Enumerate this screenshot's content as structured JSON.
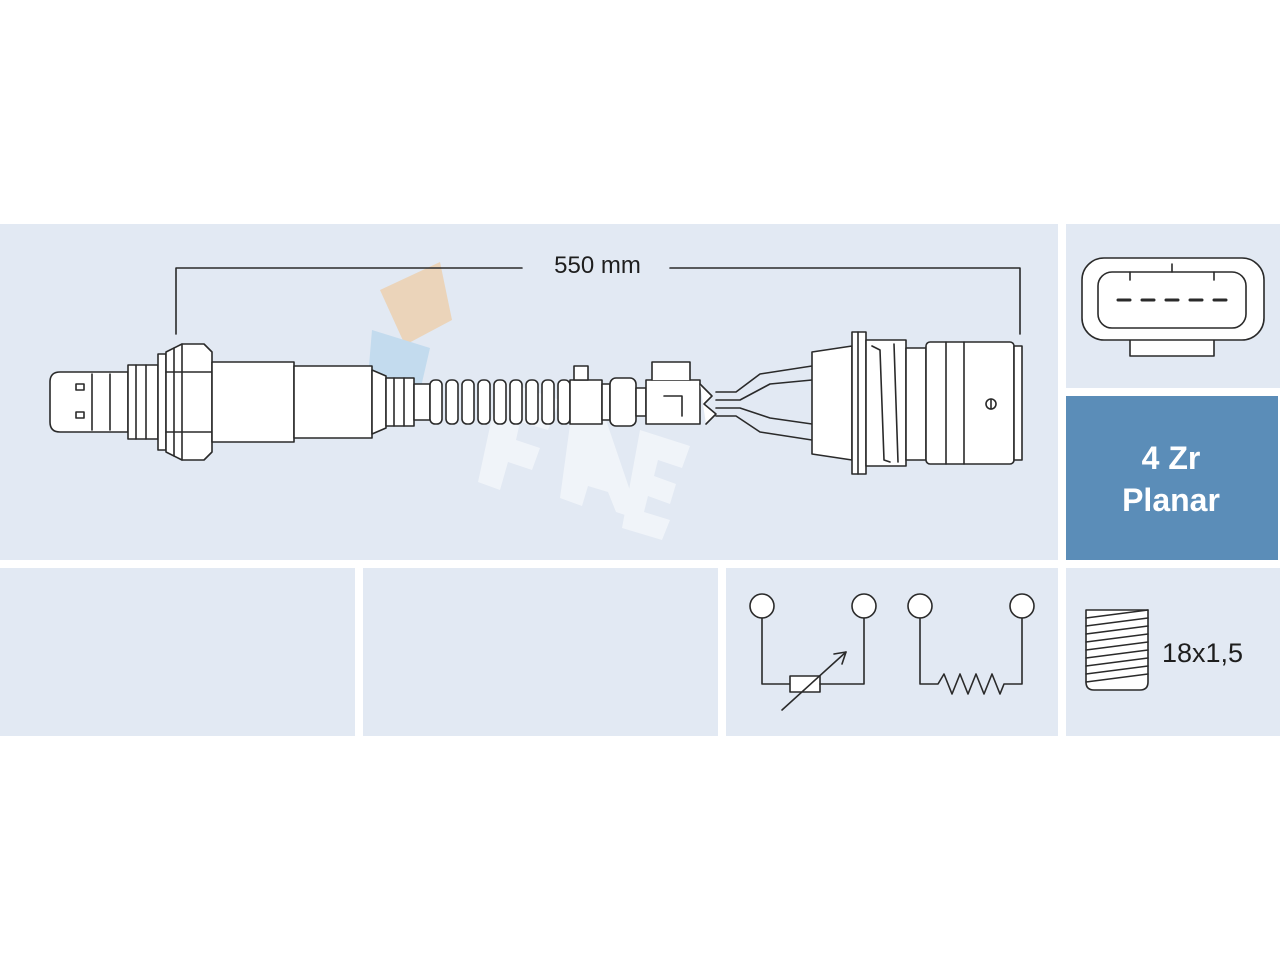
{
  "diagram": {
    "cable_length_label": "550 mm",
    "technology": {
      "line1": "4 Zr",
      "line2": "Planar"
    },
    "thread_label": "18x1,5",
    "colors": {
      "panel_background": "#e2e9f3",
      "accent_panel": "#5b8db8",
      "line": "#2a2a2a",
      "logo_orange": "#f3c48a",
      "logo_blue": "#a9d0ea"
    },
    "icons": [
      "connector-icon",
      "resistor-symbol-icon",
      "heater-symbol-icon",
      "thread-icon",
      "fae-logo-icon"
    ]
  }
}
